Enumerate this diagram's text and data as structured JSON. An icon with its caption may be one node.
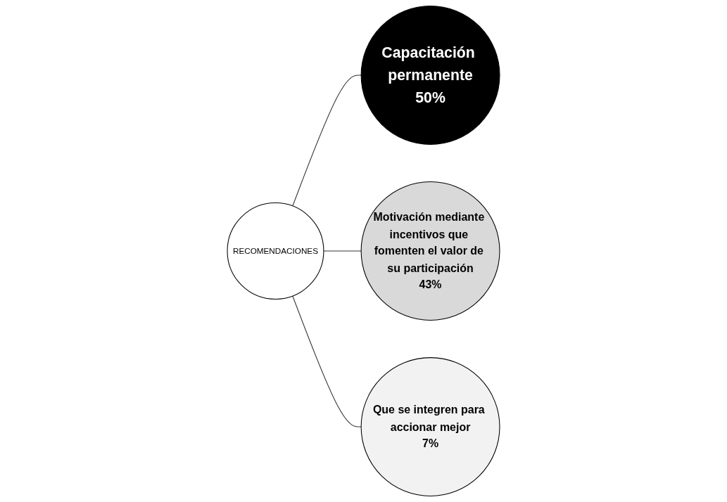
{
  "diagram": {
    "nodes": [
      {
        "text": [
          "Capacitación permanente",
          "50%"
        ]
      },
      {
        "text": [
          "Motivación mediante incentivos que fomenten el valor de su participación",
          "43%"
        ]
      },
      {
        "text": [
          "RECOMENDACIONES"
        ]
      },
      {
        "text": [
          "Que se integren para accionar mejor",
          "7%"
        ]
      }
    ],
    "edges": [
      {
        "from": 2,
        "to": 0,
        "arrow": "none"
      },
      {
        "from": 2,
        "to": 1,
        "arrow": "none"
      },
      {
        "from": 2,
        "to": 3,
        "arrow": "none"
      }
    ]
  }
}
